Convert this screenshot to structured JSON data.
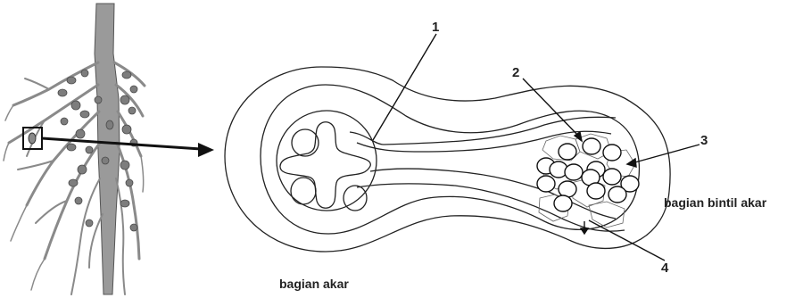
{
  "labels": {
    "part_1": "1",
    "part_2": "2",
    "part_3": "3",
    "part_4": "4",
    "root_section": "bagian akar",
    "nodule_section": "bagian bintil akar"
  },
  "colors": {
    "stroke": "#222222",
    "root_fill": "#9a9a9a",
    "root_shade": "#6e6e6e",
    "background": "#ffffff"
  }
}
